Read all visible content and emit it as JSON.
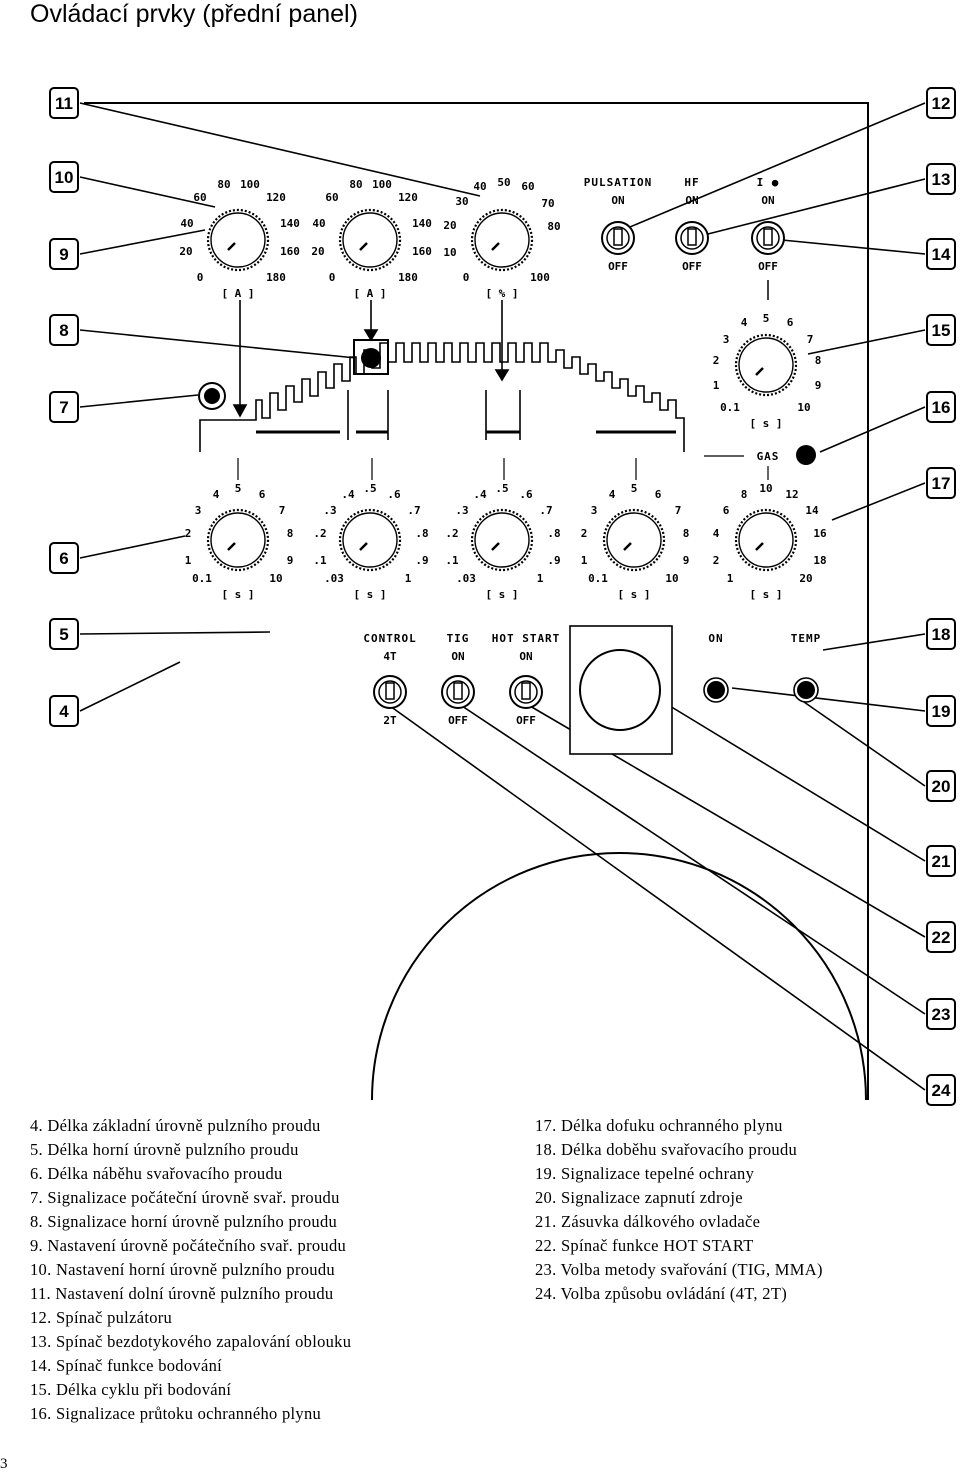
{
  "title": "Ovládací prvky (přední panel)",
  "page_number": "3",
  "callouts": [
    "11",
    "10",
    "9",
    "8",
    "7",
    "6",
    "5",
    "4",
    "12",
    "13",
    "14",
    "15",
    "16",
    "17",
    "18",
    "19",
    "20",
    "21",
    "22",
    "23",
    "24"
  ],
  "panel": {
    "top_knobs": [
      {
        "scale": [
          "80",
          "100",
          "60",
          "120",
          "40",
          "140",
          "20",
          "160",
          "0",
          "180"
        ],
        "unit": "[ A ]"
      },
      {
        "scale": [
          "80",
          "100",
          "60",
          "120",
          "40",
          "140",
          "20",
          "160",
          "0",
          "180"
        ],
        "unit": "[ A ]"
      },
      {
        "scale": [
          "40",
          "50",
          "30",
          "60",
          "20",
          "70",
          "10",
          "80",
          "0",
          "100"
        ],
        "unit": "[ % ]"
      }
    ],
    "switches_top": [
      {
        "label": "PULSATION",
        "on": "ON",
        "off": "OFF"
      },
      {
        "label": "HF",
        "on": "ON",
        "off": "OFF"
      },
      {
        "label": "I ●",
        "on": "ON",
        "off": "OFF"
      }
    ],
    "cycle_knob": {
      "scale": [
        "5",
        "4",
        "6",
        "3",
        "7",
        "2",
        "8",
        "1",
        "9",
        "0.1",
        "10"
      ],
      "unit": "[ s ]"
    },
    "gas_label": "GAS",
    "bottom_knobs": [
      {
        "scale": [
          "5",
          "4",
          "6",
          "3",
          "7",
          "2",
          "8",
          "1",
          "9",
          "0.1",
          "10"
        ],
        "unit": "[ s ]"
      },
      {
        "scale": [
          ".5",
          ".4",
          ".6",
          ".3",
          ".7",
          ".2",
          ".8",
          ".1",
          ".9",
          ".03",
          "1"
        ],
        "unit": "[ s ]"
      },
      {
        "scale": [
          ".5",
          ".4",
          ".6",
          ".3",
          ".7",
          ".2",
          ".8",
          ".1",
          ".9",
          ".03",
          "1"
        ],
        "unit": "[ s ]"
      },
      {
        "scale": [
          "5",
          "4",
          "6",
          "3",
          "7",
          "2",
          "8",
          "1",
          "9",
          "0.1",
          "10"
        ],
        "unit": "[ s ]"
      },
      {
        "scale": [
          "10",
          "8",
          "12",
          "6",
          "14",
          "4",
          "16",
          "2",
          "18",
          "1",
          "20"
        ],
        "unit": "[ s ]"
      }
    ],
    "switches_bottom": [
      {
        "label": "CONTROL",
        "on": "4T",
        "off": "2T"
      },
      {
        "label": "TIG",
        "on": "ON",
        "off": "OFF"
      },
      {
        "label": "HOT START",
        "on": "ON",
        "off": "OFF"
      }
    ],
    "indicators": [
      "ON",
      "TEMP"
    ]
  },
  "legend_left": [
    "4.  Délka základní úrovně pulzního proudu",
    "5.  Délka horní úrovně pulzního proudu",
    "6.  Délka náběhu svařovacího proudu",
    "7.  Signalizace počáteční úrovně svař. proudu",
    "8.  Signalizace horní úrovně pulzního proudu",
    "9.  Nastavení úrovně počátečního svař. proudu",
    "10. Nastavení horní úrovně pulzního proudu",
    "11. Nastavení dolní úrovně pulzního proudu",
    "12. Spínač pulzátoru",
    "13.  Spínač bezdotykového zapalování oblouku",
    "14.  Spínač funkce bodování",
    "15.  Délka cyklu při bodování",
    "16.  Signalizace průtoku ochranného plynu"
  ],
  "legend_right": [
    "17.  Délka dofuku ochranného plynu",
    "18.  Délka doběhu svařovacího proudu",
    "19.  Signalizace tepelné ochrany",
    "20.  Signalizace zapnutí zdroje",
    "21.  Zásuvka dálkového ovladače",
    "22.  Spínač funkce HOT START",
    "23.  Volba metody svařování (TIG, MMA)",
    "24.  Volba způsobu ovládání (4T, 2T)"
  ]
}
